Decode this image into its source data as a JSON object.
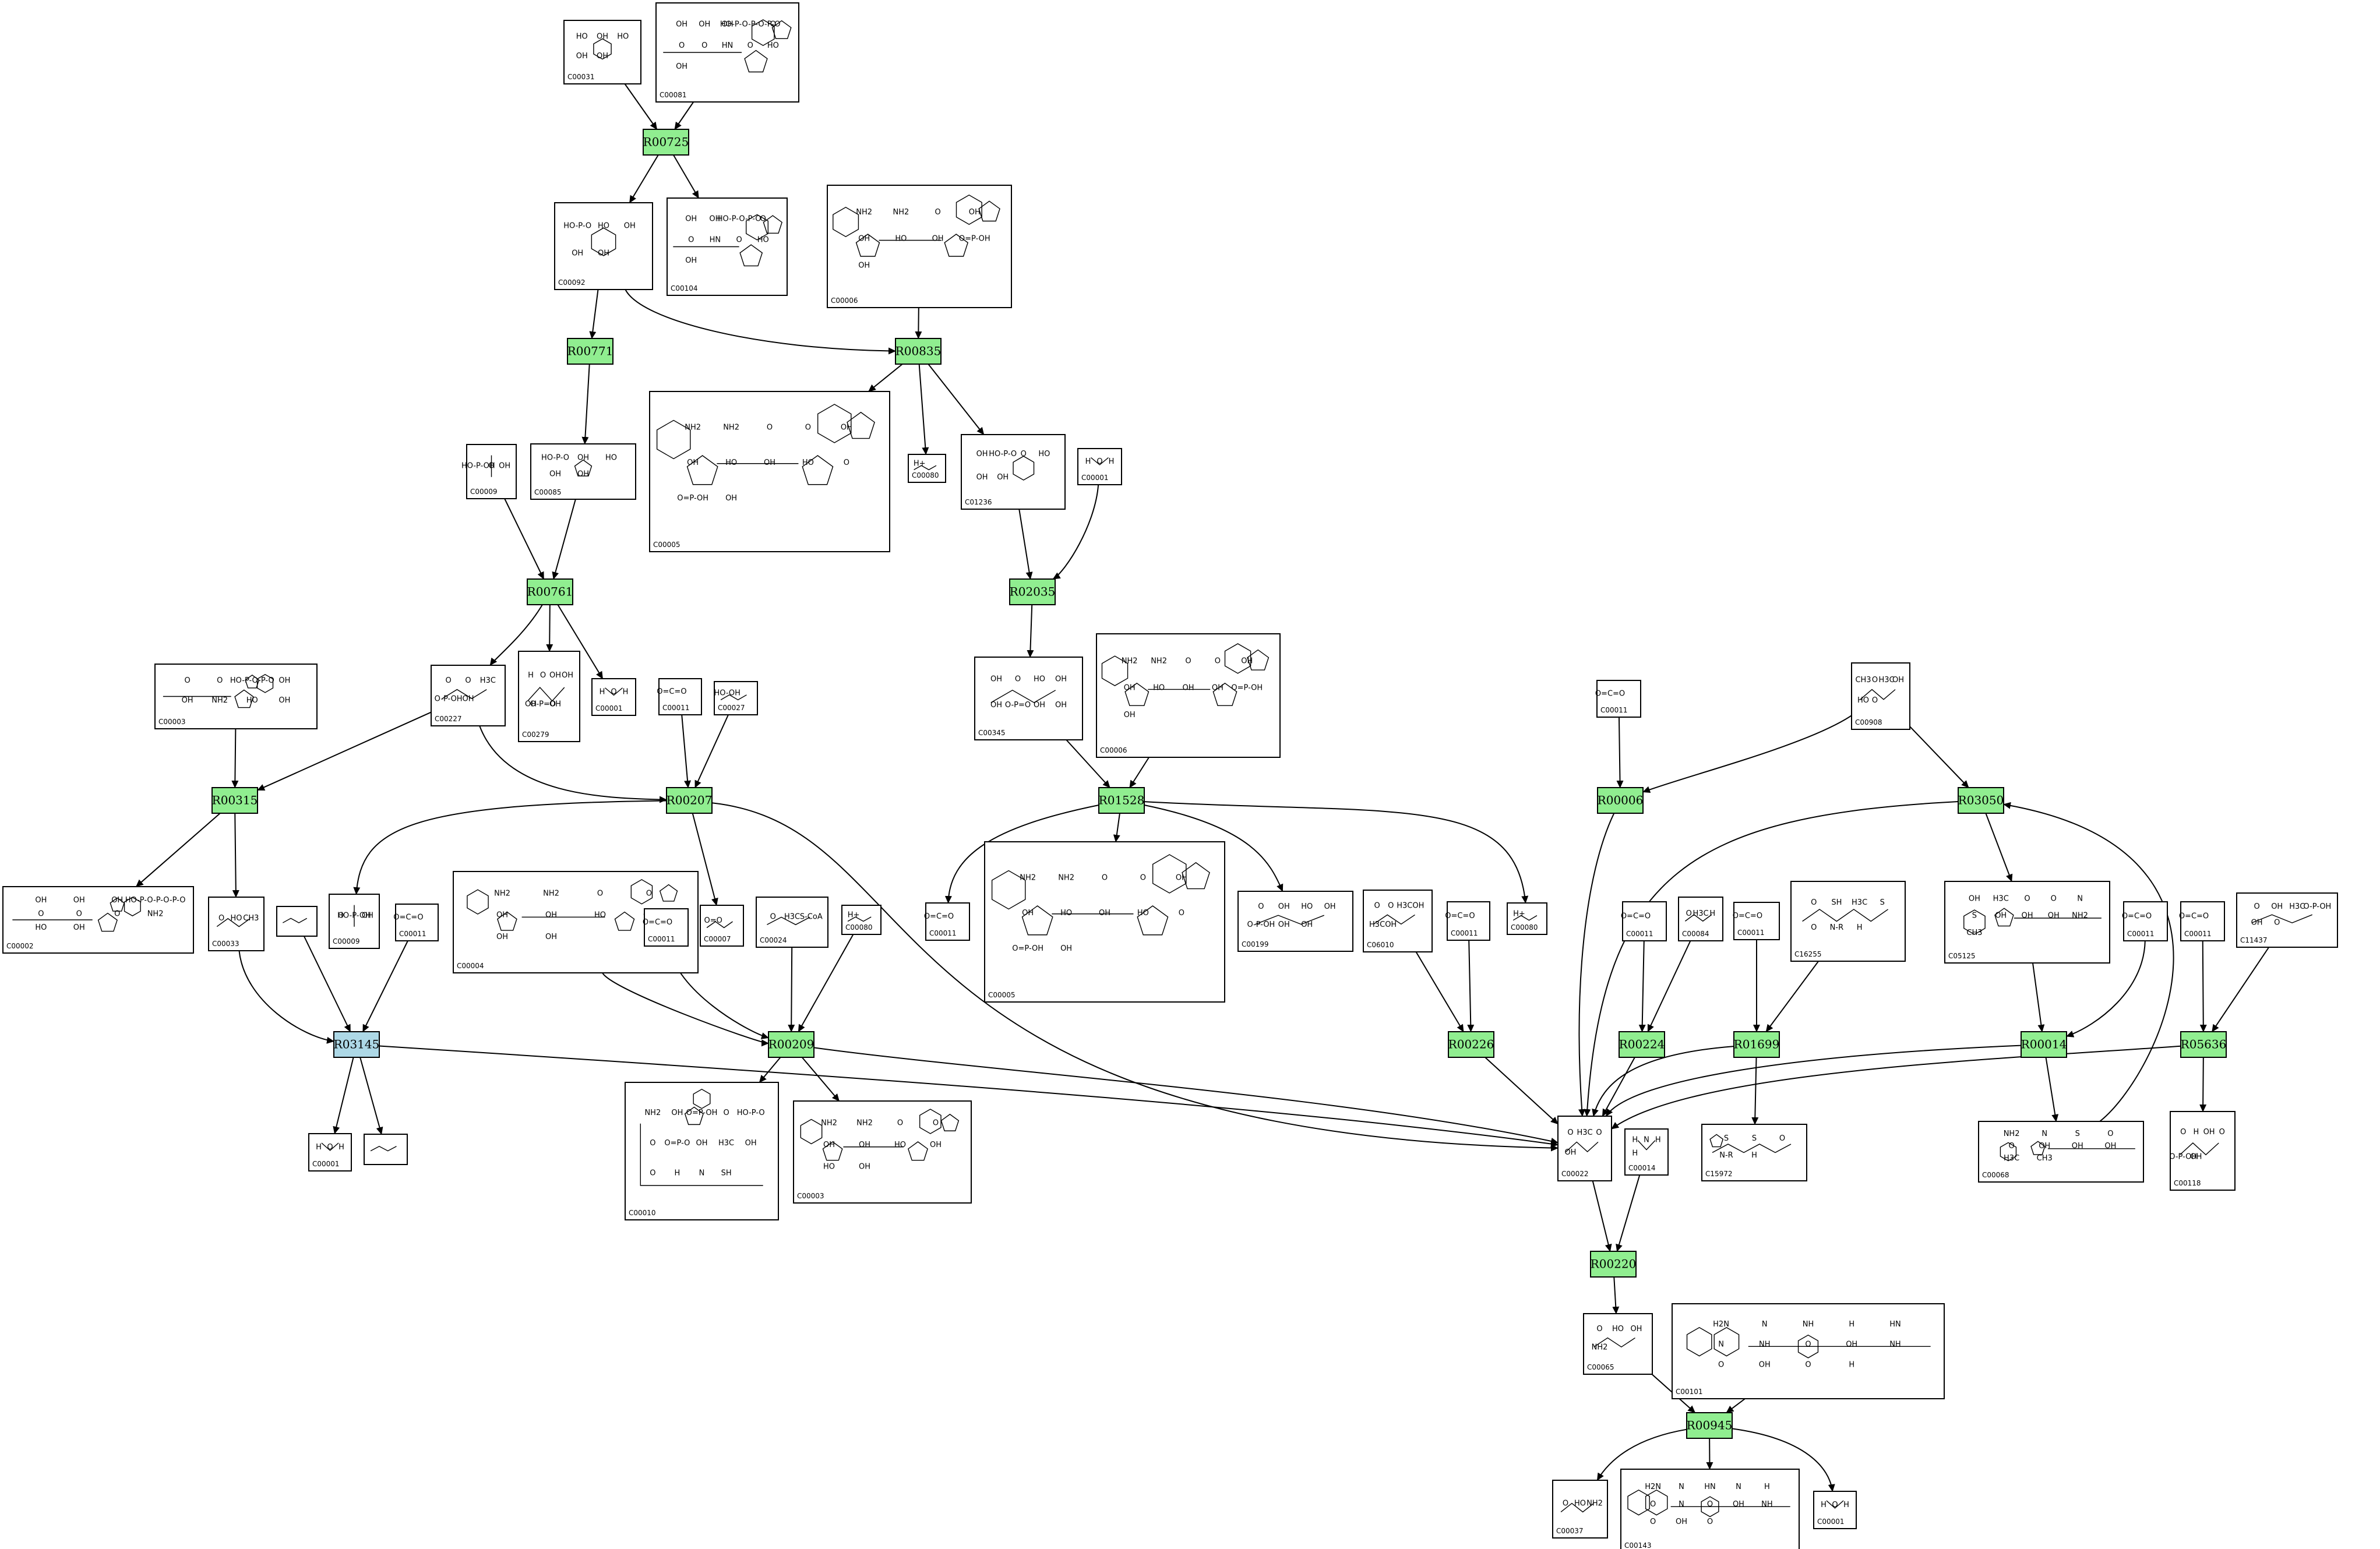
{
  "colors": {
    "reaction_fill": "#90ee90",
    "reaction_highlight_fill": "#add8e6",
    "compound_fill": "#ffffff",
    "stroke": "#000000"
  },
  "reactions": [
    {
      "id": "R00725",
      "label": "R00725",
      "highlight": false
    },
    {
      "id": "R00771",
      "label": "R00771",
      "highlight": false
    },
    {
      "id": "R00835",
      "label": "R00835",
      "highlight": false
    },
    {
      "id": "R00761",
      "label": "R00761",
      "highlight": false
    },
    {
      "id": "R02035",
      "label": "R02035",
      "highlight": false
    },
    {
      "id": "R00315",
      "label": "R00315",
      "highlight": false
    },
    {
      "id": "R00207",
      "label": "R00207",
      "highlight": false
    },
    {
      "id": "R01528",
      "label": "R01528",
      "highlight": false
    },
    {
      "id": "R00006",
      "label": "R00006",
      "highlight": false
    },
    {
      "id": "R03050",
      "label": "R03050",
      "highlight": false
    },
    {
      "id": "R03145",
      "label": "R03145",
      "highlight": true
    },
    {
      "id": "R00209",
      "label": "R00209",
      "highlight": false
    },
    {
      "id": "R00226",
      "label": "R00226",
      "highlight": false
    },
    {
      "id": "R00224",
      "label": "R00224",
      "highlight": false
    },
    {
      "id": "R01699",
      "label": "R01699",
      "highlight": false
    },
    {
      "id": "R00014",
      "label": "R00014",
      "highlight": false
    },
    {
      "id": "R05636",
      "label": "R05636",
      "highlight": false
    },
    {
      "id": "R00220",
      "label": "R00220",
      "highlight": false
    },
    {
      "id": "R00945",
      "label": "R00945",
      "highlight": false
    }
  ],
  "compounds": [
    {
      "key": "c00031",
      "label": "C00031",
      "struct": "pyranose",
      "texts": [
        "HO",
        "OH",
        "HO",
        "OH",
        "OH"
      ]
    },
    {
      "key": "c00081",
      "label": "C00081",
      "struct": "triphosphate-nucleoside",
      "texts": [
        "OH",
        "OH",
        "OH",
        "HO-P-O-P-O-P-O",
        "O",
        "O",
        "O",
        "HN",
        "O",
        "HO",
        "OH"
      ]
    },
    {
      "key": "c00092",
      "label": "C00092",
      "struct": "pyranose",
      "texts": [
        "HO-P-O",
        "HO",
        "OH",
        "OH",
        "OH"
      ]
    },
    {
      "key": "c00104",
      "label": "C00104",
      "struct": "diphosphate-nucleoside",
      "texts": [
        "OH",
        "OH",
        "HO-P-O-P-O",
        "O",
        "O",
        "HN",
        "O",
        "HO",
        "OH"
      ]
    },
    {
      "key": "c00006a",
      "label": "C00006",
      "struct": "dinucleotide",
      "texts": [
        "NH2",
        "NH2",
        "O",
        "OH",
        "OH",
        "HO",
        "OH",
        "O=P-OH",
        "OH"
      ]
    },
    {
      "key": "c00009a",
      "label": "C00009",
      "struct": "phosphate",
      "texts": [
        "HO-P-OH",
        "O",
        "OH"
      ]
    },
    {
      "key": "c00085",
      "label": "C00085",
      "struct": "furanose",
      "texts": [
        "HO-P-O",
        "OH",
        "HO",
        "OH",
        "OH"
      ]
    },
    {
      "key": "c00005",
      "label": "C00005",
      "struct": "dinucleotide",
      "texts": [
        "NH2",
        "NH2",
        "O",
        "O",
        "OH",
        "OH",
        "HO",
        "OH",
        "HO",
        "O",
        "O=P-OH",
        "OH"
      ]
    },
    {
      "key": "c00080a",
      "label": "C00080",
      "struct": "none",
      "texts": [
        "H+"
      ]
    },
    {
      "key": "c01236",
      "label": "C01236",
      "struct": "lactone",
      "texts": [
        "OH",
        "HO-P-O",
        "O",
        "HO",
        "OH",
        "OH"
      ]
    },
    {
      "key": "c00001a",
      "label": "C00001",
      "struct": "water",
      "texts": [
        "H",
        "O",
        "H"
      ]
    },
    {
      "key": "c00003a",
      "label": "C00003",
      "struct": "adenosine-diphosphate",
      "texts": [
        "O",
        "O",
        "HO-P-O-P-O",
        "OH",
        "OH",
        "NH2",
        "HO",
        "OH"
      ]
    },
    {
      "key": "c00227",
      "label": "C00227",
      "struct": "acetyl-phosphate",
      "texts": [
        "O",
        "O",
        "H3C",
        "O-P-OH",
        "OH"
      ]
    },
    {
      "key": "c00279",
      "label": "C00279",
      "struct": "erythrose-phosphate",
      "texts": [
        "H",
        "O",
        "OH",
        "OH",
        "OH",
        "O-P=O",
        "OH"
      ]
    },
    {
      "key": "c00001b",
      "label": "C00001",
      "struct": "water",
      "texts": [
        "H",
        "O",
        "H"
      ]
    },
    {
      "key": "c00011a",
      "label": "C00011",
      "struct": "co2",
      "texts": [
        "O=C=O"
      ]
    },
    {
      "key": "c00027",
      "label": "C00027",
      "struct": "none",
      "texts": [
        "HO-OH"
      ]
    },
    {
      "key": "c00345",
      "label": "C00345",
      "struct": "gluconate-phosphate",
      "texts": [
        "OH",
        "O",
        "HO",
        "OH",
        "OH",
        "O-P=O",
        "OH",
        "OH"
      ]
    },
    {
      "key": "c00006b",
      "label": "C00006",
      "struct": "dinucleotide",
      "texts": [
        "NH2",
        "NH2",
        "O",
        "O",
        "OH",
        "OH",
        "HO",
        "OH",
        "OH",
        "O=P-OH",
        "OH"
      ]
    },
    {
      "key": "c00011b",
      "label": "C00011",
      "struct": "co2",
      "texts": [
        "O=C=O"
      ]
    },
    {
      "key": "c00908",
      "label": "C00908",
      "struct": "acetolactate",
      "texts": [
        "CH3",
        "O",
        "H3C",
        "OH",
        "HO",
        "O"
      ]
    },
    {
      "key": "c00002",
      "label": "C00002",
      "struct": "adenosine-triphosphate",
      "texts": [
        "OH",
        "OH",
        "OH",
        "HO-P-O-P-O-P-O",
        "O",
        "O",
        "O",
        "NH2",
        "HO",
        "OH"
      ]
    },
    {
      "key": "c00033",
      "label": "C00033",
      "struct": "acetate",
      "texts": [
        "O",
        "HO",
        "CH3"
      ]
    },
    {
      "key": "blank1",
      "label": "",
      "struct": "none",
      "texts": []
    },
    {
      "key": "c00009b",
      "label": "C00009",
      "struct": "phosphate",
      "texts": [
        "O",
        "HO-P-OH",
        "OH"
      ]
    },
    {
      "key": "c00011c",
      "label": "C00011",
      "struct": "co2",
      "texts": [
        "O=C=O"
      ]
    },
    {
      "key": "c00004",
      "label": "C00004",
      "struct": "dinucleotide",
      "texts": [
        "NH2",
        "NH2",
        "O",
        "O",
        "OH",
        "OH",
        "HO",
        "OH",
        "OH",
        "OH"
      ]
    },
    {
      "key": "c00011d",
      "label": "C00011",
      "struct": "co2",
      "texts": [
        "O=C=O"
      ]
    },
    {
      "key": "c00007",
      "label": "C00007",
      "struct": "none",
      "texts": [
        "O=O"
      ]
    },
    {
      "key": "c00024",
      "label": "C00024",
      "struct": "acetyl-coa",
      "texts": [
        "O",
        "H3C",
        "S-CoA"
      ]
    },
    {
      "key": "c00080b",
      "label": "C00080",
      "struct": "none",
      "texts": [
        "H+"
      ]
    },
    {
      "key": "c00011e",
      "label": "C00011",
      "struct": "co2",
      "texts": [
        "O=C=O"
      ]
    },
    {
      "key": "c00005b",
      "label": "C00005",
      "struct": "dinucleotide",
      "texts": [
        "NH2",
        "NH2",
        "O",
        "O",
        "OH",
        "OH",
        "HO",
        "OH",
        "HO",
        "O",
        "O=P-OH",
        "OH"
      ]
    },
    {
      "key": "c00199",
      "label": "C00199",
      "struct": "ribulose-phosphate",
      "texts": [
        "O",
        "OH",
        "HO",
        "OH",
        "O-P-OH",
        "OH",
        "OH"
      ]
    },
    {
      "key": "c06010",
      "label": "C06010",
      "struct": "acetolactate",
      "texts": [
        "O",
        "O",
        "H3C",
        "OH",
        "H3C",
        "OH"
      ]
    },
    {
      "key": "c00011f",
      "label": "C00011",
      "struct": "co2",
      "texts": [
        "O=C=O"
      ]
    },
    {
      "key": "c00080c",
      "label": "C00080",
      "struct": "none",
      "texts": [
        "H+"
      ]
    },
    {
      "key": "c00011g",
      "label": "C00011",
      "struct": "co2",
      "texts": [
        "O=C=O"
      ]
    },
    {
      "key": "c00084",
      "label": "C00084",
      "struct": "acetaldehyde",
      "texts": [
        "O",
        "H3C",
        "H"
      ]
    },
    {
      "key": "c00011h",
      "label": "C00011",
      "struct": "co2",
      "texts": [
        "O=C=O"
      ]
    },
    {
      "key": "c16255",
      "label": "C16255",
      "struct": "lipoyl",
      "texts": [
        "O",
        "SH",
        "H3C",
        "S",
        "O",
        "N-R",
        "H"
      ]
    },
    {
      "key": "c05125",
      "label": "C05125",
      "struct": "thiamine-diphosphate",
      "texts": [
        "OH",
        "H3C",
        "O",
        "O",
        "N",
        "S",
        "OH",
        "OH",
        "OH",
        "NH2",
        "CH3"
      ]
    },
    {
      "key": "c00011i",
      "label": "C00011",
      "struct": "co2",
      "texts": [
        "O=C=O"
      ]
    },
    {
      "key": "c00011j",
      "label": "C00011",
      "struct": "co2",
      "texts": [
        "O=C=O"
      ]
    },
    {
      "key": "c11437",
      "label": "C11437",
      "struct": "deoxyxylulose-phosphate",
      "texts": [
        "O",
        "OH",
        "H3C",
        "O-P-OH",
        "OH",
        "O"
      ]
    },
    {
      "key": "c00001c",
      "label": "C00001",
      "struct": "water",
      "texts": [
        "H",
        "O",
        "H"
      ]
    },
    {
      "key": "blank2",
      "label": "",
      "struct": "none",
      "texts": []
    },
    {
      "key": "c00010",
      "label": "C00010",
      "struct": "coenzyme-a",
      "texts": [
        "NH2",
        "OH",
        "O=P-OH",
        "O",
        "HO-P-O",
        "O",
        "O=P-O",
        "OH",
        "H3C",
        "OH",
        "O",
        "H",
        "N",
        "SH"
      ]
    },
    {
      "key": "c00003b",
      "label": "C00003",
      "struct": "dinucleotide",
      "texts": [
        "NH2",
        "NH2",
        "O",
        "O",
        "OH",
        "OH",
        "HO",
        "OH",
        "HO",
        "OH"
      ]
    },
    {
      "key": "c00022",
      "label": "C00022",
      "struct": "pyruvate",
      "texts": [
        "O",
        "H3C",
        "O",
        "OH"
      ]
    },
    {
      "key": "c00014",
      "label": "C00014",
      "struct": "ammonia",
      "texts": [
        "H",
        "N",
        "H",
        "H"
      ]
    },
    {
      "key": "c15972",
      "label": "C15972",
      "struct": "lipoyl-ring",
      "texts": [
        "S",
        "S",
        "O",
        "N-R",
        "H"
      ]
    },
    {
      "key": "c00068",
      "label": "C00068",
      "struct": "thiamine-diphosphate",
      "texts": [
        "NH2",
        "N",
        "S",
        "O",
        "O",
        "OH",
        "OH",
        "OH",
        "H3C",
        "CH3"
      ]
    },
    {
      "key": "c00118",
      "label": "C00118",
      "struct": "glyceraldehyde-phosphate",
      "texts": [
        "O",
        "H",
        "OH",
        "O",
        "O-P-OH",
        "OH"
      ]
    },
    {
      "key": "c00065",
      "label": "C00065",
      "struct": "serine",
      "texts": [
        "O",
        "HO",
        "OH",
        "NH2"
      ]
    },
    {
      "key": "c00101",
      "label": "C00101",
      "struct": "tetrahydrofolate",
      "texts": [
        "H2N",
        "N",
        "NH",
        "H",
        "HN",
        "N",
        "NH",
        "O",
        "OH",
        "NH",
        "O",
        "OH",
        "O",
        "H"
      ]
    },
    {
      "key": "c00037",
      "label": "C00037",
      "struct": "glycine",
      "texts": [
        "O",
        "HO",
        "NH2"
      ]
    },
    {
      "key": "c00143",
      "label": "C00143",
      "struct": "methylene-thf",
      "texts": [
        "H2N",
        "N",
        "HN",
        "N",
        "H",
        "O",
        "N",
        "O",
        "OH",
        "NH",
        "O",
        "OH",
        "O"
      ]
    },
    {
      "key": "c00001d",
      "label": "C00001",
      "struct": "water",
      "texts": [
        "H",
        "O",
        "H"
      ]
    }
  ]
}
